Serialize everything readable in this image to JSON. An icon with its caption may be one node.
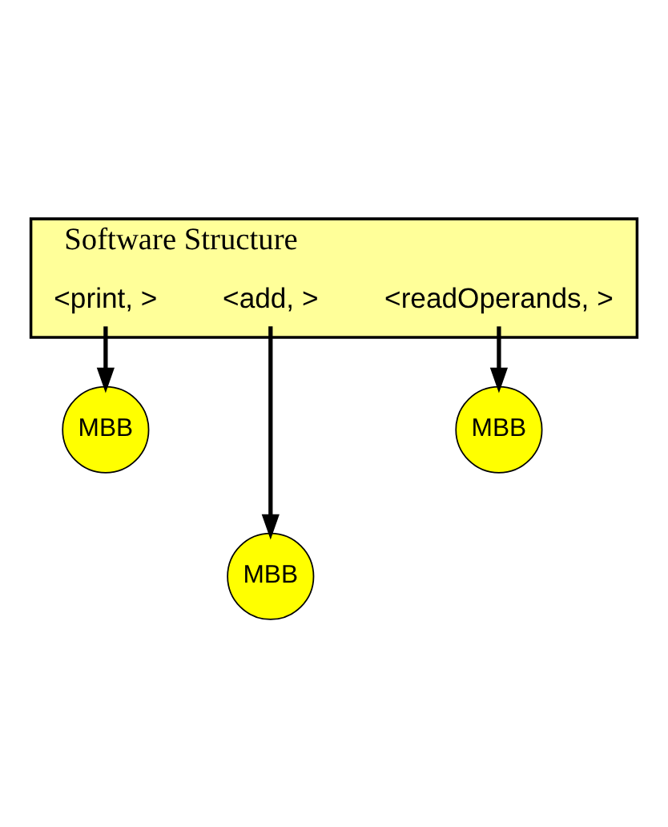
{
  "diagram": {
    "nodes": [
      {
        "text": [
          "Software Structure"
        ]
      },
      {
        "text": [
          "<readOperands, >"
        ],
        "in": 0
      },
      {
        "text": [
          "<add, >"
        ],
        "in": 0
      },
      {
        "text": [
          "<print, >"
        ],
        "in": 0
      },
      {
        "text": [
          "MBB"
        ]
      },
      {
        "text": [
          "MBB"
        ]
      },
      {
        "text": [
          "MBB"
        ]
      }
    ],
    "edges": [
      {
        "from": 1,
        "to": 5,
        "arrow": "to"
      },
      {
        "from": 2,
        "to": 6,
        "arrow": "to"
      },
      {
        "from": 3,
        "to": 4,
        "arrow": "to"
      }
    ]
  }
}
